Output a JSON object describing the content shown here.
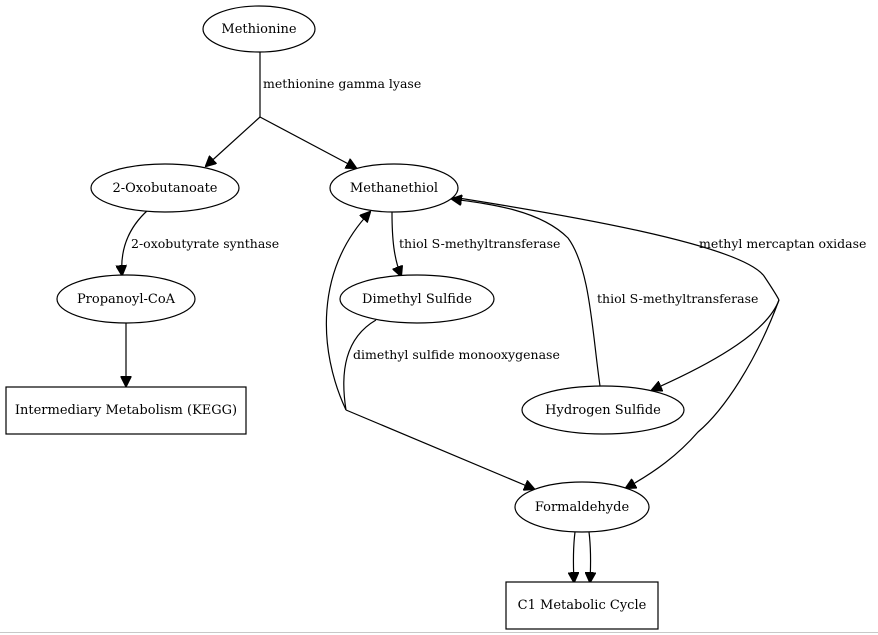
{
  "nodes": {
    "methionine": "Methionine",
    "oxobutanoate": "2-Oxobutanoate",
    "methanethiol": "Methanethiol",
    "propanoyl_coa": "Propanoyl-CoA",
    "dimethyl_sulfide": "Dimethyl Sulfide",
    "intermediary_metabolism": "Intermediary Metabolism (KEGG)",
    "hydrogen_sulfide": "Hydrogen Sulfide",
    "formaldehyde": "Formaldehyde",
    "c1_cycle": "C1 Metabolic Cycle"
  },
  "edges": {
    "methionine_gamma_lyase": "methionine gamma lyase",
    "oxobutyrate_synthase": "2-oxobutyrate synthase",
    "thiol_methyltransferase_1": "thiol S-methyltransferase",
    "thiol_methyltransferase_2": "thiol S-methyltransferase",
    "methyl_mercaptan_oxidase": "methyl mercaptan oxidase",
    "dimethyl_sulfide_monooxygenase": "dimethyl sulfide monooxygenase"
  }
}
